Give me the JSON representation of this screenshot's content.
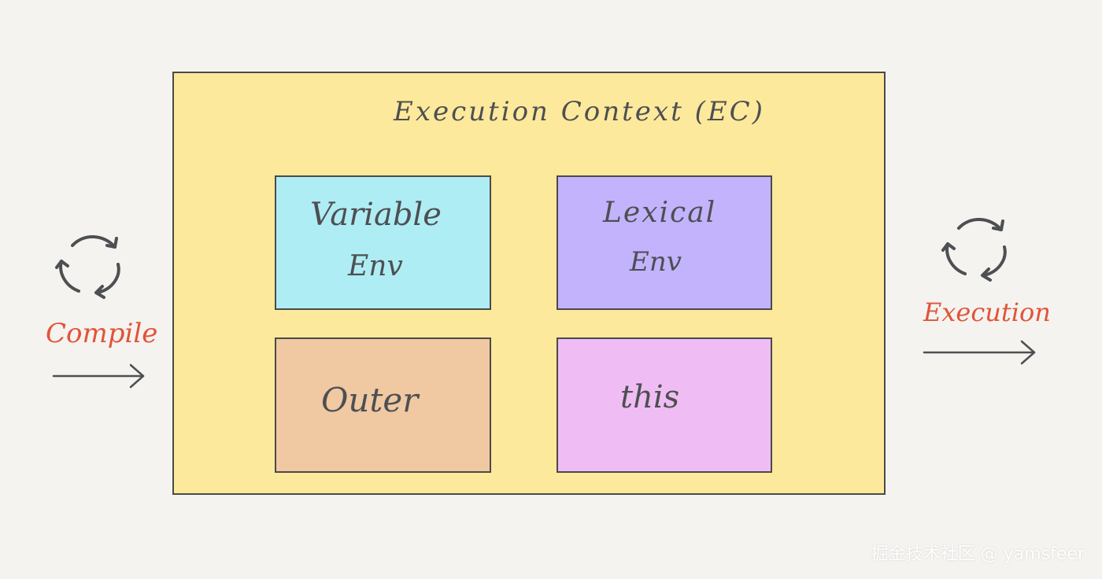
{
  "diagram": {
    "title": "Execution Context (EC)",
    "cells": {
      "variable_env": {
        "line1": "Variable",
        "line2": "Env"
      },
      "lexical_env": {
        "line1": "Lexical",
        "line2": "Env"
      },
      "outer": {
        "label": "Outer"
      },
      "this": {
        "label": "this"
      }
    },
    "left_phase": {
      "label": "Compile"
    },
    "right_phase": {
      "label": "Execution"
    }
  },
  "watermark": "掘金技术社区 @ yamsfeer",
  "colors": {
    "background": "#f4f3ef",
    "ec_box": "#fde99b",
    "variable_env": "#aeedf3",
    "lexical_env": "#c3b3fc",
    "outer": "#f0c8a2",
    "this": "#efbdf3",
    "accent_red": "#e2533a",
    "stroke": "#4a4a4a"
  },
  "icons": {
    "left_cycle": "cycle-arrows-icon",
    "right_cycle": "cycle-arrows-icon",
    "left_arrow": "arrow-right-icon",
    "right_arrow": "arrow-right-icon"
  }
}
